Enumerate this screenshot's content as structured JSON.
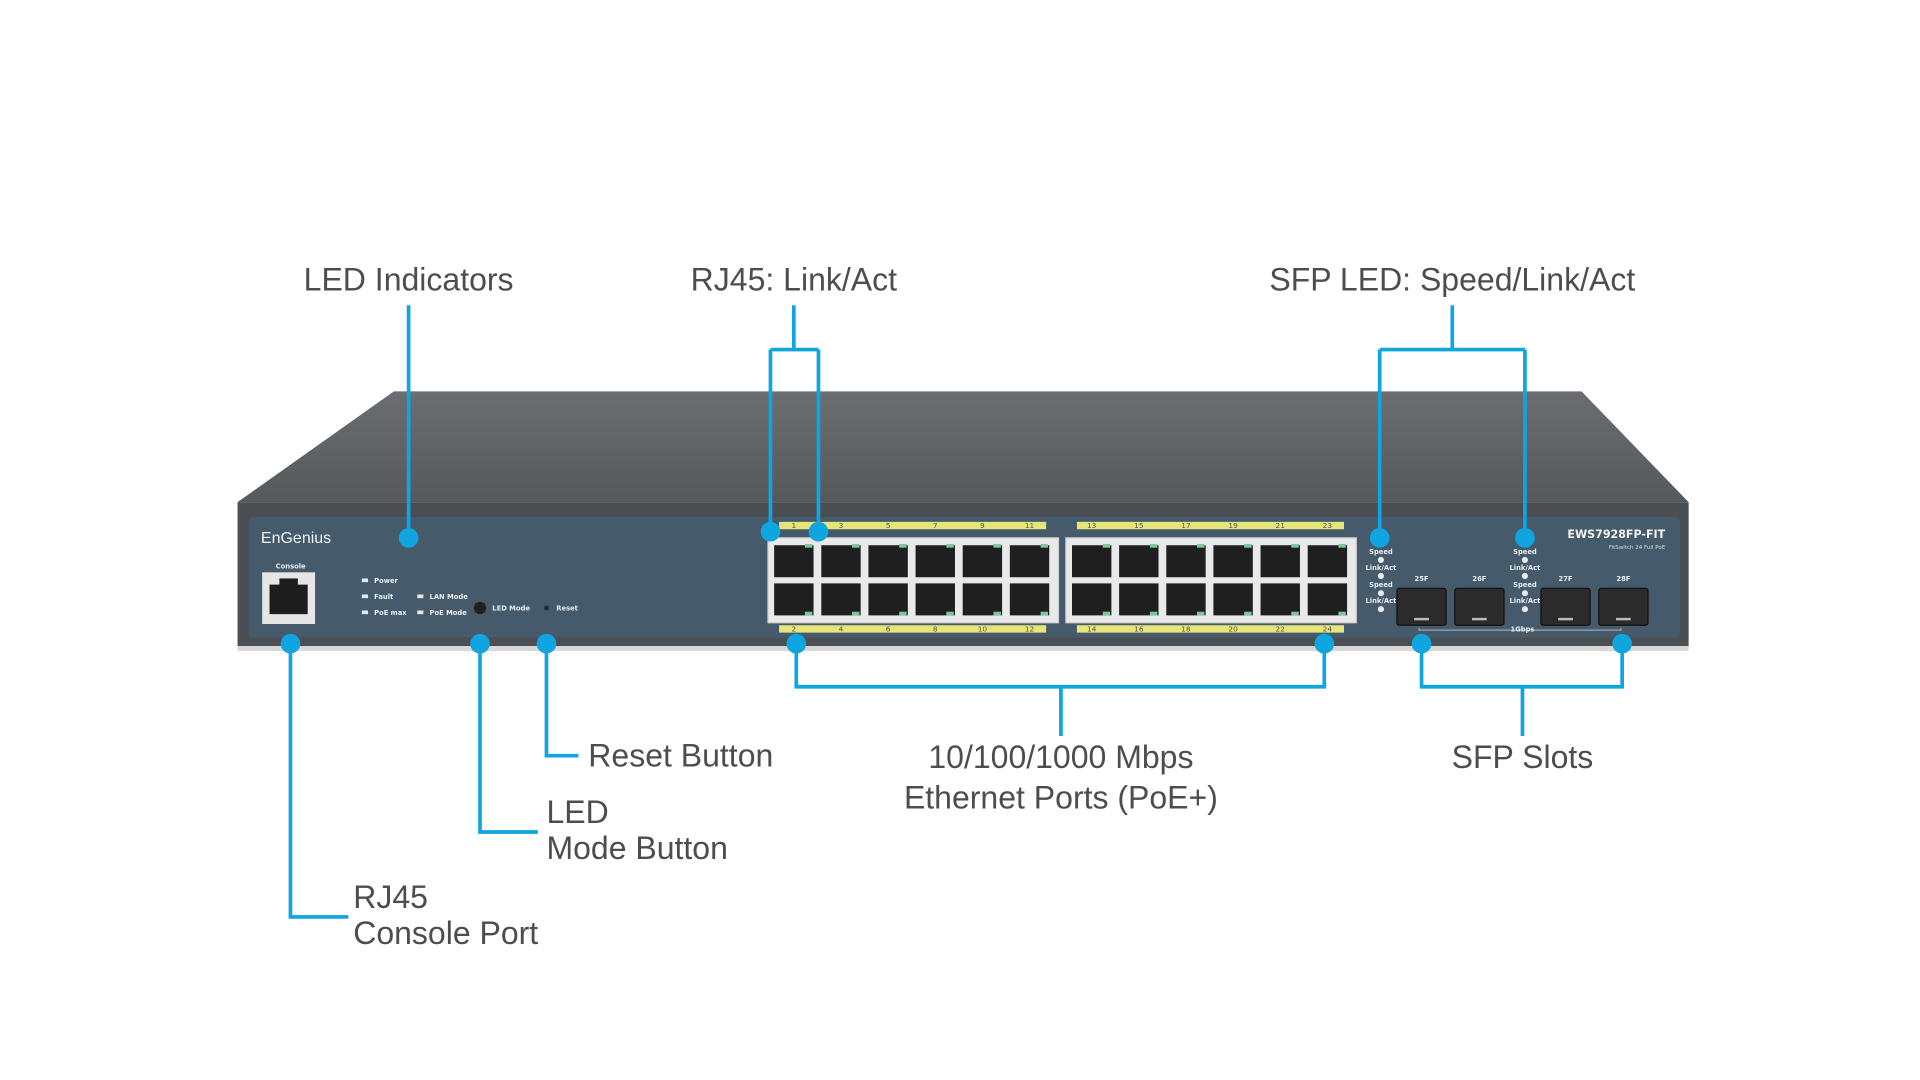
{
  "callouts": {
    "led_indicators": "LED Indicators",
    "rj45_link_act": "RJ45: Link/Act",
    "sfp_led": "SFP LED: Speed/Link/Act",
    "reset_button": "Reset Button",
    "led_mode_line1": "LED",
    "led_mode_line2": "Mode Button",
    "console_line1": "RJ45",
    "console_line2": "Console Port",
    "ethernet_line1": "10/100/1000 Mbps",
    "ethernet_line2": "Ethernet Ports (PoE+)",
    "sfp_slots": "SFP Slots"
  },
  "device": {
    "brand": "EnGenius",
    "model": "EWS7928FP-FIT",
    "subtitle": "FitSwitch 24 Full PoE",
    "console_label": "Console",
    "leds": [
      "Power",
      "Fault",
      "PoE max",
      "LAN Mode",
      "PoE Mode"
    ],
    "led_mode_label": "LED Mode",
    "reset_label": "Reset",
    "top_port_numbers": [
      "1",
      "3",
      "5",
      "7",
      "9",
      "11",
      "13",
      "15",
      "17",
      "19",
      "21",
      "23"
    ],
    "bottom_port_numbers": [
      "2",
      "4",
      "6",
      "8",
      "10",
      "12",
      "14",
      "16",
      "18",
      "20",
      "22",
      "24"
    ],
    "sfp_ports": [
      "25F",
      "26F",
      "27F",
      "28F"
    ],
    "sfp_led_labels": [
      "Speed",
      "Link/Act",
      "Speed",
      "Link/Act"
    ],
    "sfp_speed": "1Gbps"
  },
  "colors": {
    "callout": "#0ea5e0",
    "panel": "#455a6a",
    "top": "#606467"
  }
}
